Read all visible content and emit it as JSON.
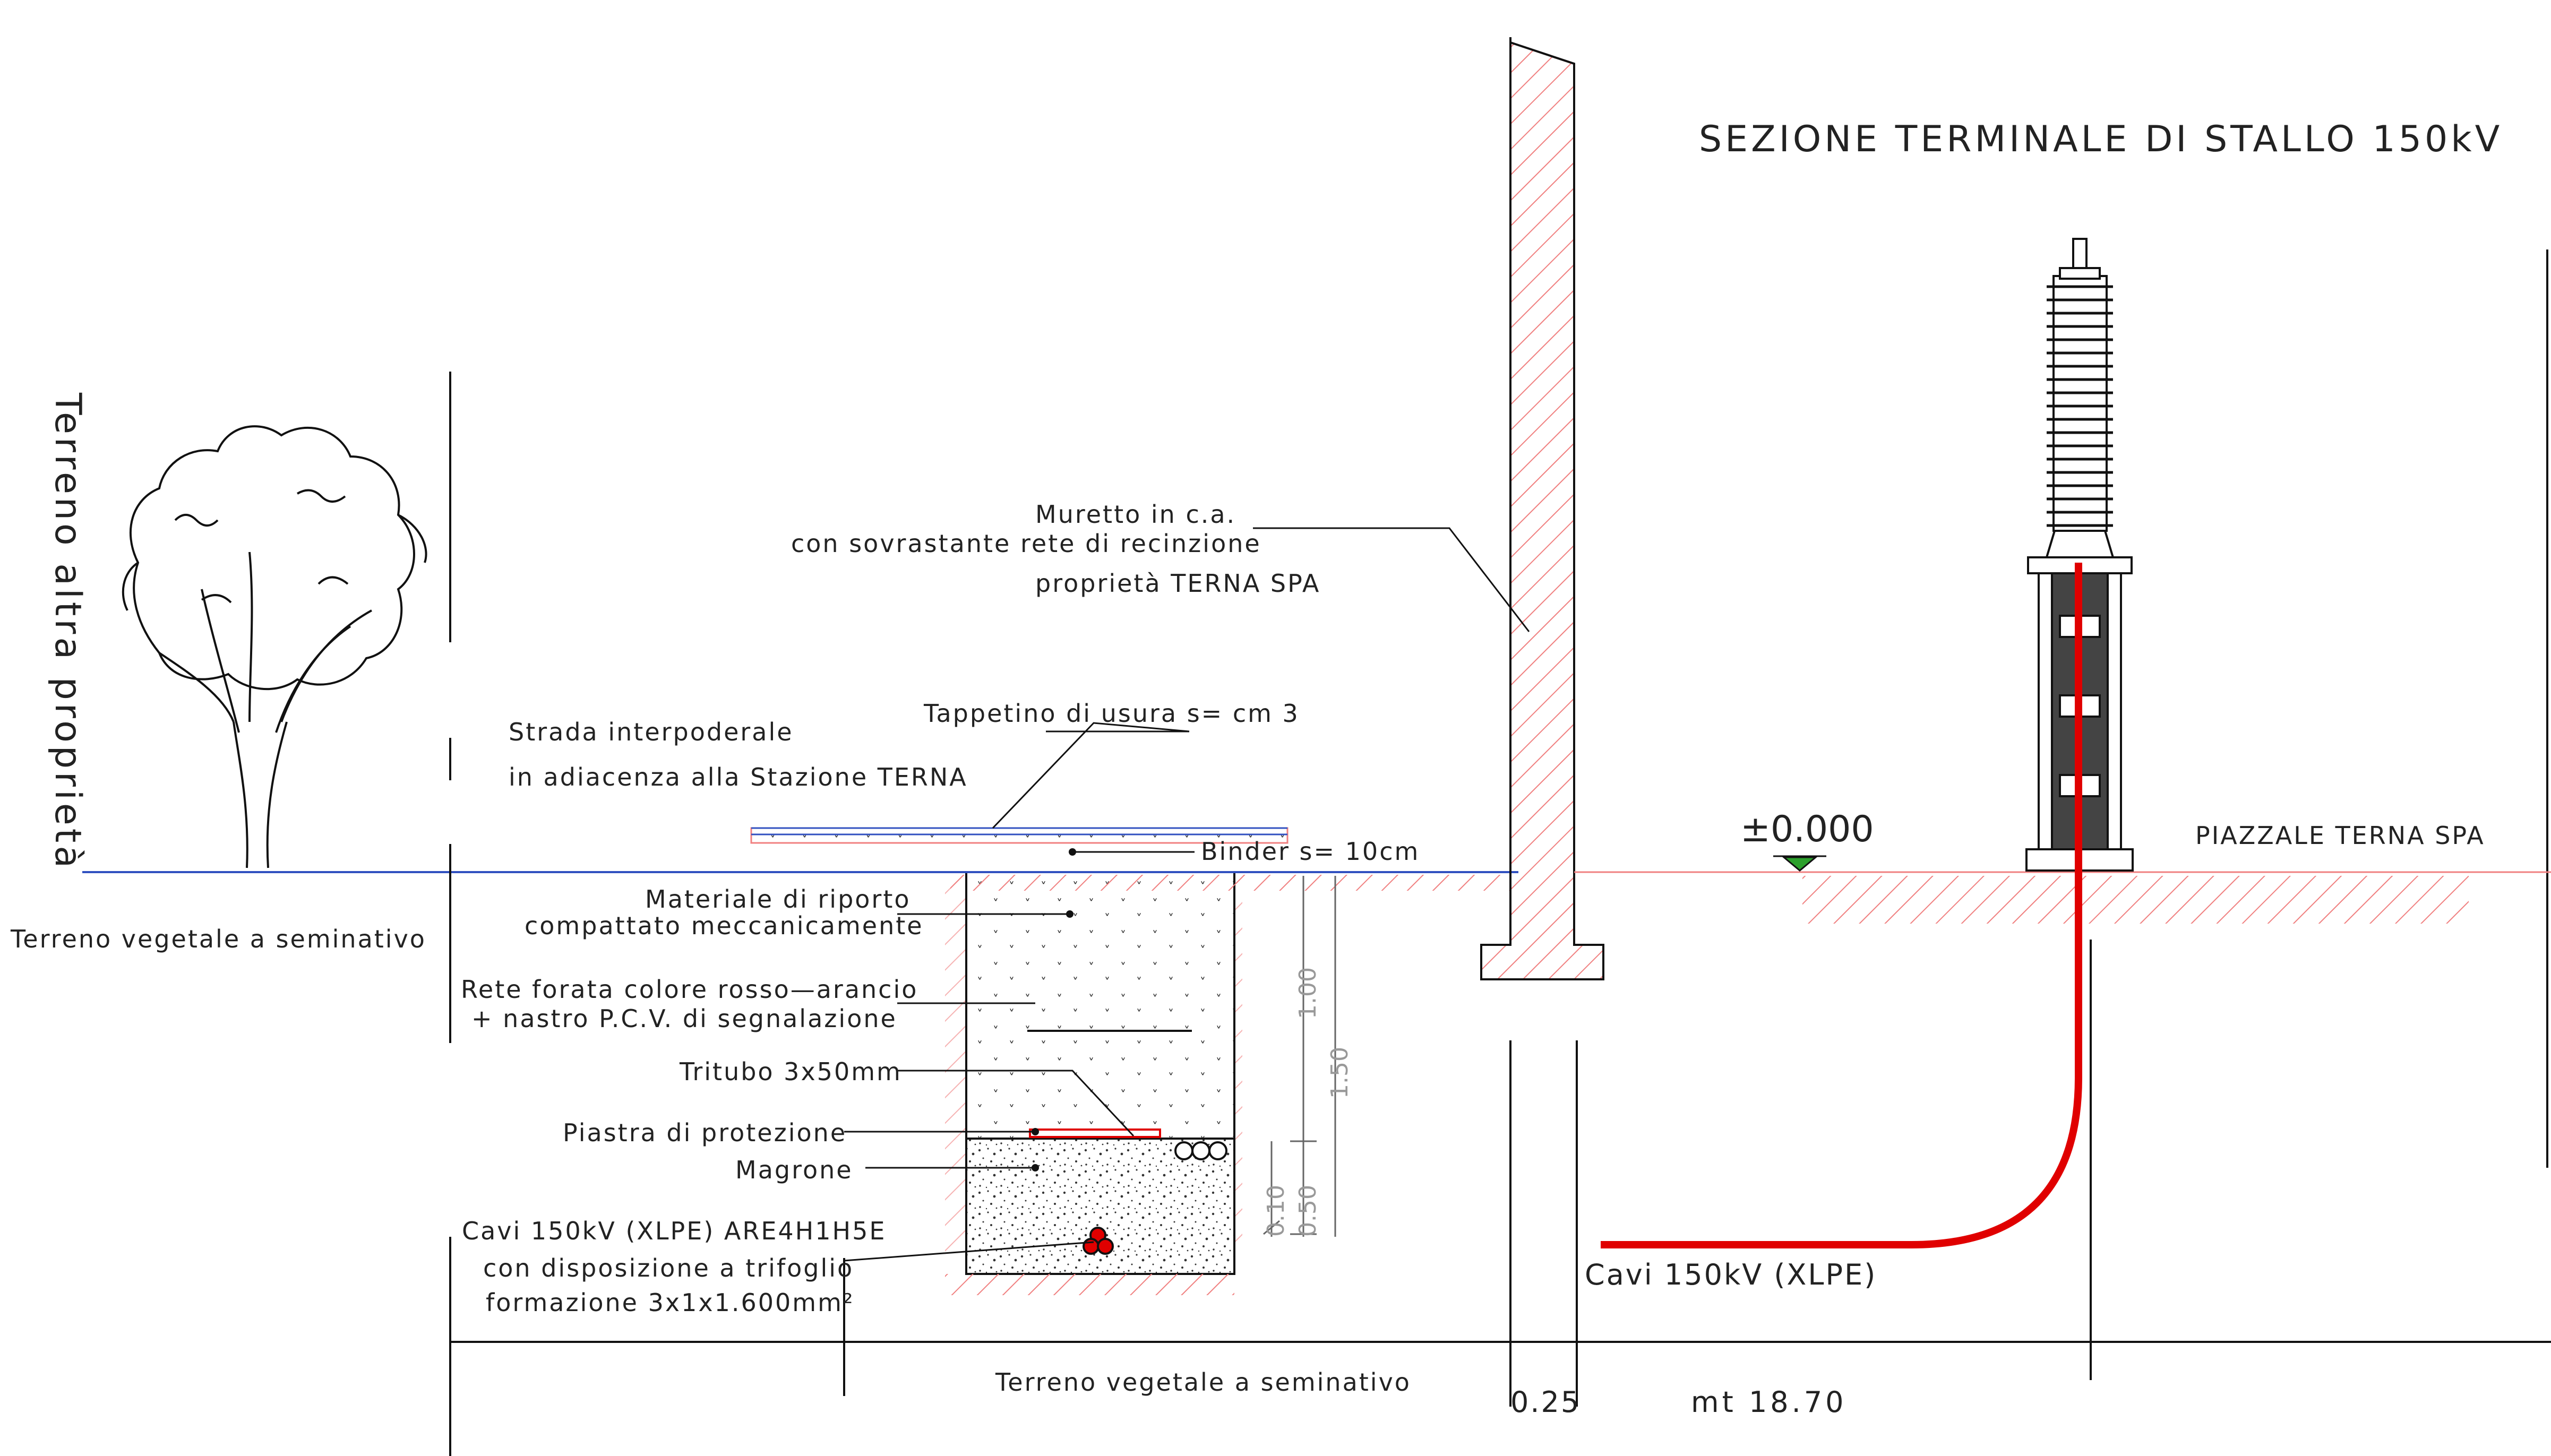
{
  "title": "SEZIONE TERMINALE DI STALLO 150kV",
  "left_vertical_label": "Terreno altra proprietà",
  "labels": {
    "terreno_left": "Terreno vegetale a seminativo",
    "terreno_bottom": "Terreno vegetale a seminativo",
    "muretto_1": "Muretto in c.a.",
    "muretto_2": "con sovrastante rete di recinzione",
    "muretto_3": "proprietà TERNA SPA",
    "strada_1": "Strada interpoderale",
    "strada_2": "in adiacenza alla Stazione TERNA",
    "tappetino": "Tappetino di usura s= cm 3",
    "binder": "Binder s= 10cm",
    "materiale_1": "Materiale di riporto",
    "materiale_2": "compattato meccanicamente",
    "rete_1": "Rete forata colore rosso—arancio",
    "rete_2": "+ nastro P.C.V. di segnalazione",
    "tritubo": "Tritubo 3x50mm",
    "piastra": "Piastra di protezione",
    "magrone": "Magrone",
    "cavi_1": "Cavi 150kV (XLPE) ARE4H1H5E",
    "cavi_2": "con disposizione a trifoglio",
    "cavi_3": "formazione 3x1x1.600mm²",
    "cavi_right": "Cavi 150kV (XLPE)",
    "quota": "±0.000",
    "piazzale": "PIAZZALE TERNA SPA"
  },
  "dimensions": {
    "d_100": "1.00",
    "d_150": "1.50",
    "d_010": "0.10",
    "d_050": "0.50",
    "d_025": "0.25",
    "d_mt": "mt 18.70"
  },
  "colors": {
    "hatch": "#f08080",
    "cable": "#e00000",
    "ground": "#3050c0",
    "line": "#111111",
    "quota_marker": "#2ca02c"
  },
  "icons": {
    "tree": "tree-icon",
    "terminal": "cable-terminal-insulator-icon",
    "level": "level-marker-icon"
  }
}
